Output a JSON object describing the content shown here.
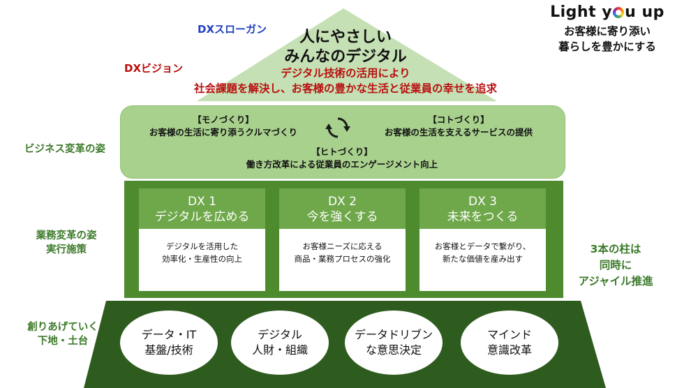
{
  "slogan": {
    "label": "DXスローガン",
    "line1": "人にやさしい",
    "line2": "みんなのデジタル"
  },
  "vision": {
    "label": "DXビジョン",
    "line1": "デジタル技術の活用により",
    "line2": "社会課題を解決し、お客様の豊かな生活と従業員の幸せを追求"
  },
  "brand": {
    "logo_pre": "Light y",
    "logo_post": "u up",
    "tagline1": "お客様に寄り添い",
    "tagline2": "暮らしを豊かにする"
  },
  "side_labels": {
    "business": "ビジネス変革の姿",
    "operations1": "業務変革の姿",
    "operations2": "実行施策",
    "foundation1": "創りあげていく",
    "foundation2": "下地・土台",
    "right1": "3本の柱は",
    "right2": "同時に",
    "right3": "アジャイル推進"
  },
  "business": {
    "mono_title": "【モノづくり】",
    "mono_desc": "お客様の生活に寄り添うクルマづくり",
    "koto_title": "【コトづくり】",
    "koto_desc": "お客様の生活を支えるサービスの提供",
    "hito_title": "【ヒトづくり】",
    "hito_desc": "働き方改革による従業員のエンゲージメント向上"
  },
  "pillars": [
    {
      "title": "DX 1",
      "subtitle": "デジタルを広める",
      "desc1": "デジタルを活用した",
      "desc2": "効率化・生産性の向上"
    },
    {
      "title": "DX 2",
      "subtitle": "今を強くする",
      "desc1": "お客様ニーズに応える",
      "desc2": "商品・業務プロセスの強化"
    },
    {
      "title": "DX 3",
      "subtitle": "未来をつくる",
      "desc1": "お客様とデータで繋がり、",
      "desc2": "新たな価値を産み出す"
    }
  ],
  "foundation": [
    {
      "line1": "データ・IT",
      "line2": "基盤/技術"
    },
    {
      "line1": "デジタル",
      "line2": "人財・組織"
    },
    {
      "line1": "データドリブン",
      "line2": "な意思決定"
    },
    {
      "line1": "マインド",
      "line2": "意識改革"
    }
  ],
  "colors": {
    "roof": "#c5e0b4",
    "band": "#a9d18e",
    "panel": "#4e8b2e",
    "pillar_head": "#6fa84a",
    "base": "#2e5c1f",
    "vision_red": "#b80f0f",
    "slogan_blue": "#1f3fbf"
  }
}
